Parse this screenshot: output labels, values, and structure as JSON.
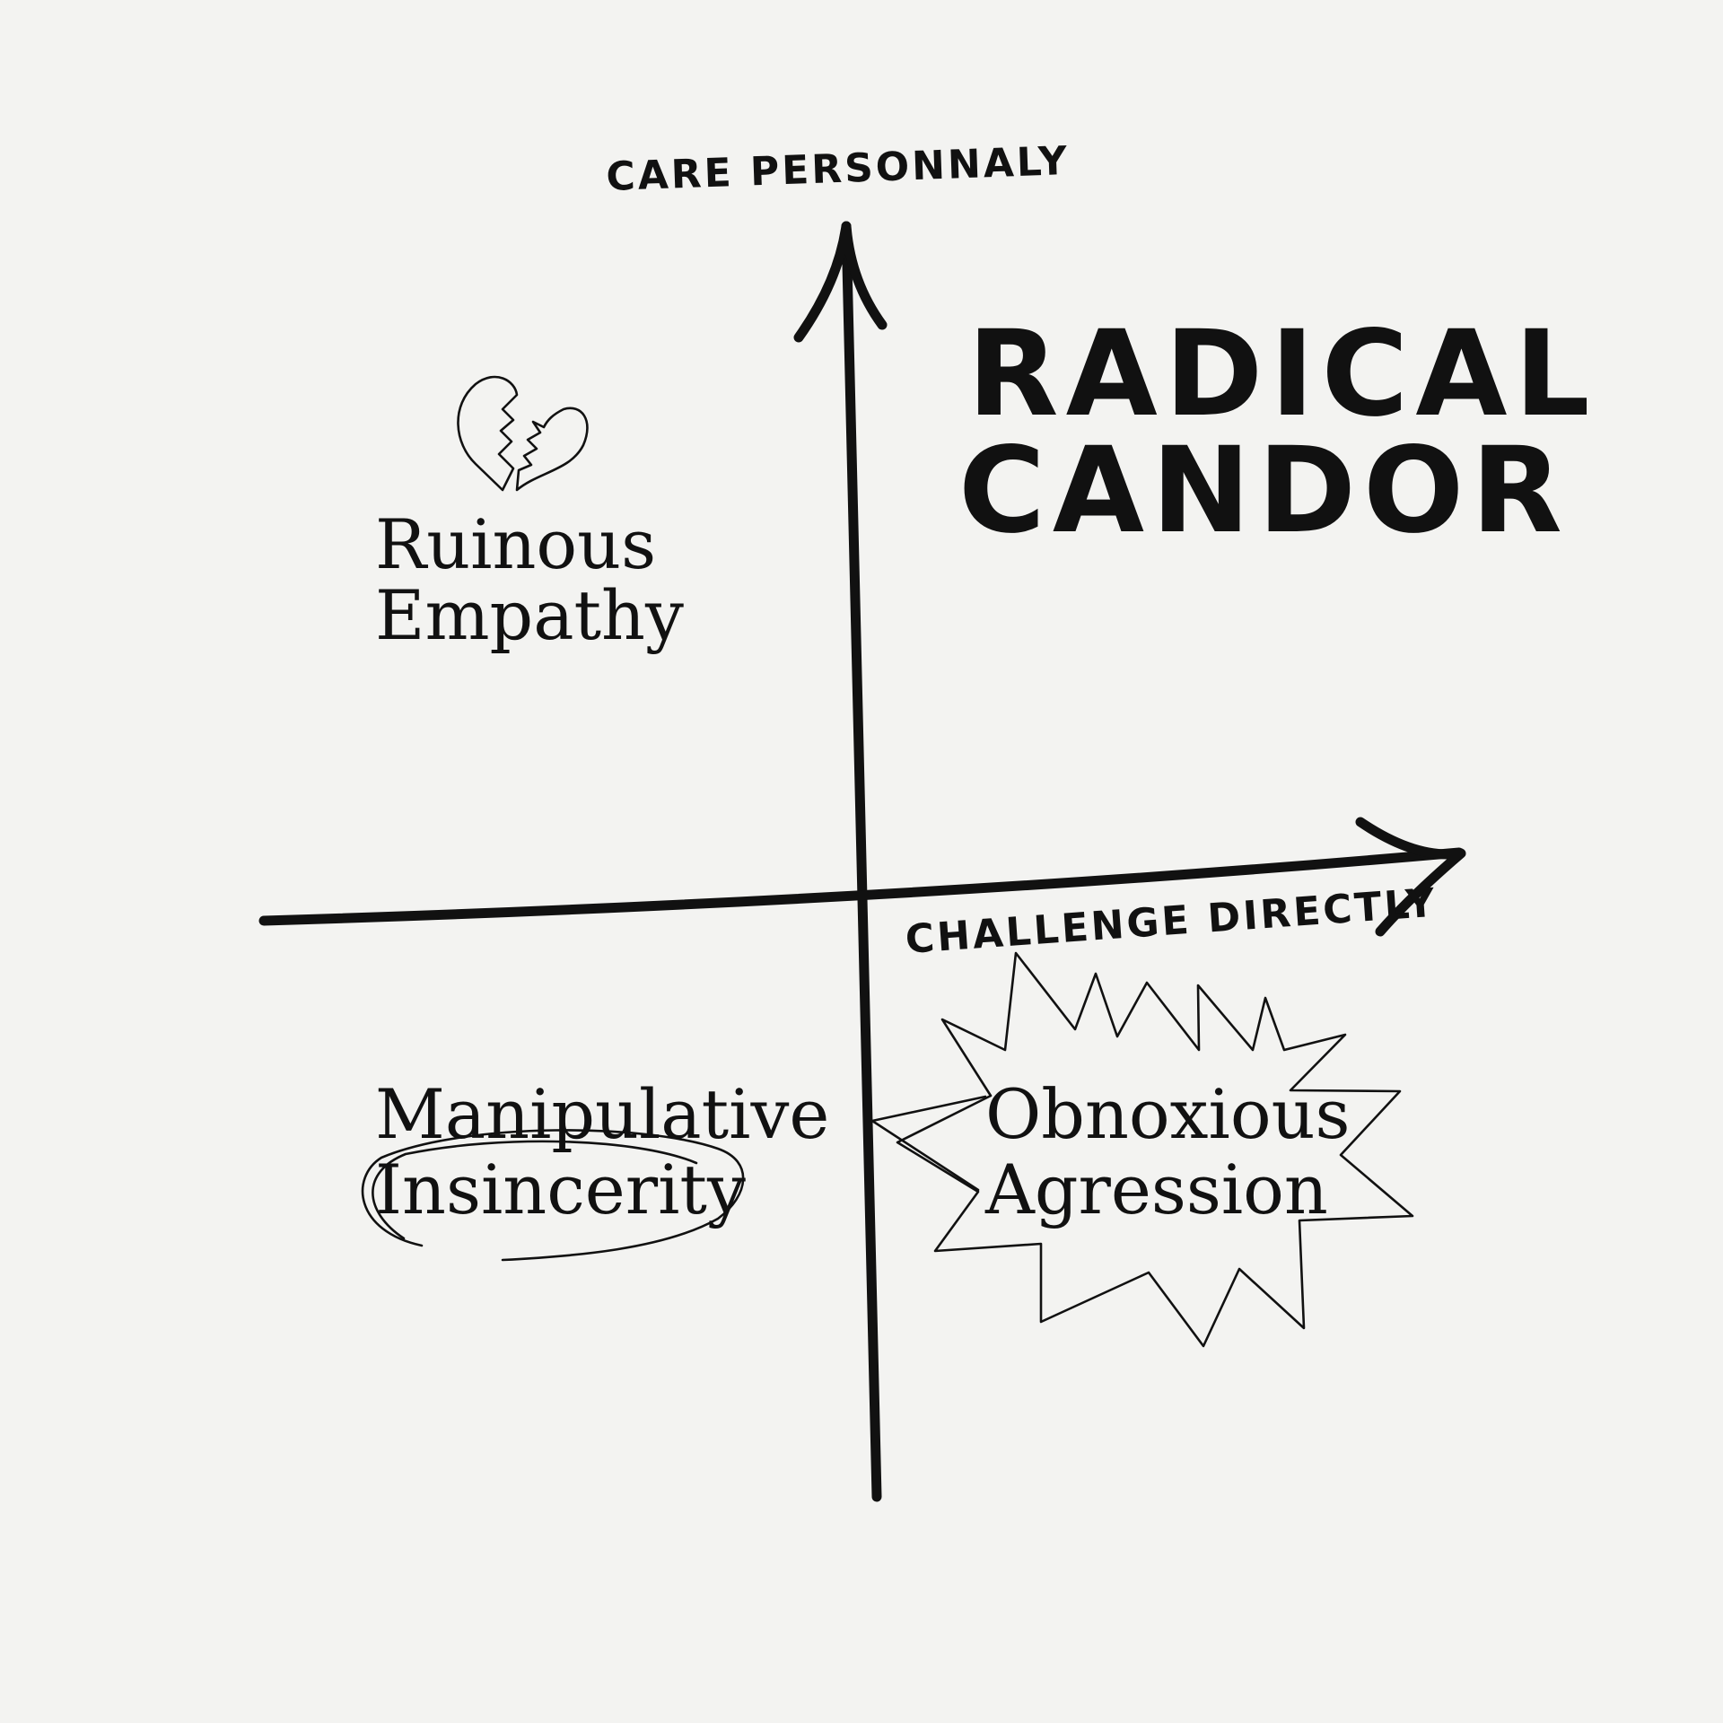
{
  "diagram": {
    "axes": {
      "vertical_label": "CARE PERSONNALY",
      "horizontal_label": "CHALLENGE DIRECTLY"
    },
    "title_lines": [
      "RADICAL",
      "CANDOR"
    ],
    "quadrants": {
      "top_left": [
        "Ruinous",
        "Empathy"
      ],
      "bottom_left": [
        "Manipulative",
        "Insincerity"
      ],
      "bottom_right": [
        "Obnoxious",
        "Agression"
      ]
    },
    "icons": {
      "top_left": "broken-heart-icon",
      "bottom_right": "starburst-shape",
      "bottom_left": "circle-scribble"
    },
    "colors": {
      "background": "#f3f3f1",
      "ink": "#111111"
    }
  }
}
